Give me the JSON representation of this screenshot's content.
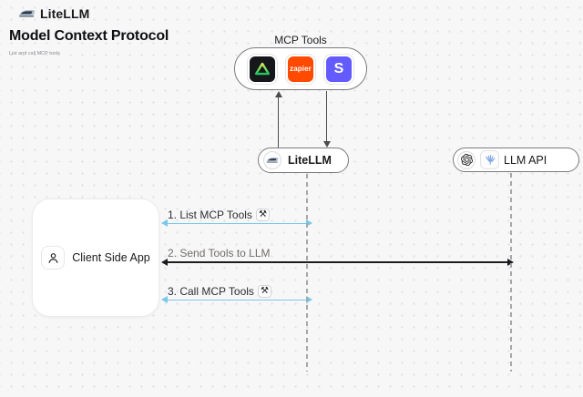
{
  "brand": {
    "name": "LiteLLM"
  },
  "title": {
    "heading": "Model Context Protocol",
    "subtitle": "List and call MCP tools"
  },
  "mcp_tools": {
    "label": "MCP Tools",
    "icons": [
      {
        "name": "vanta-icon",
        "color": "#15171b"
      },
      {
        "name": "zapier-icon",
        "label": "zapier",
        "color": "#ff4a00"
      },
      {
        "name": "stripe-icon",
        "label": "S",
        "color": "#635bff"
      }
    ]
  },
  "nodes": {
    "litellm": {
      "label": "LiteLLM"
    },
    "llm_api": {
      "label": "LLM API"
    },
    "client": {
      "label": "Client Side App"
    }
  },
  "sequence": [
    {
      "step": "1. List MCP Tools",
      "icon": "hammer-wrench-icon",
      "glyph": "⚒",
      "arrow_color": "#79c8ea",
      "from": "client",
      "to": "litellm"
    },
    {
      "step": "2. Send Tools to LLM",
      "arrow_color": "#1d1d1f",
      "from": "client",
      "to": "llm_api"
    },
    {
      "step": "3. Call MCP Tools",
      "icon": "hammer-wrench-icon",
      "glyph": "⚒",
      "arrow_color": "#79c8ea",
      "from": "client",
      "to": "litellm"
    }
  ],
  "colors": {
    "background": "#f7f7f8",
    "accent_blue": "#79c8ea",
    "arrow_black": "#1d1d1f",
    "node_border": "#7c7c80",
    "zapier_orange": "#ff4a00",
    "stripe_purple": "#635bff"
  }
}
